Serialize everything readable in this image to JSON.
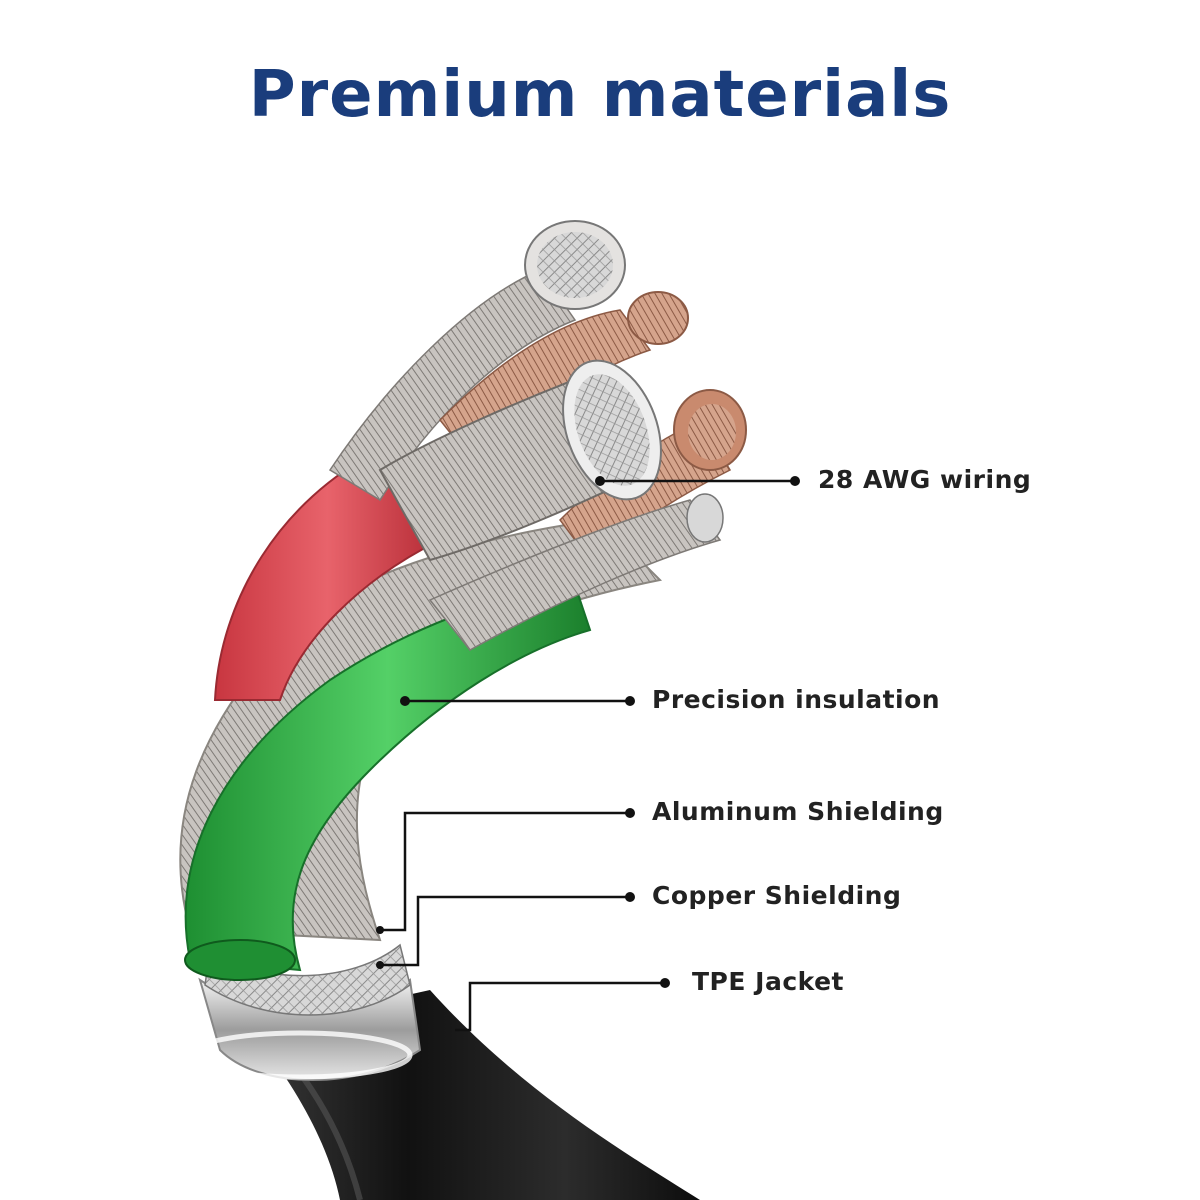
{
  "title": "Premium materials",
  "colors": {
    "title": "#1a3d7c",
    "red_insulation": "#d9414c",
    "green_insulation": "#27a83e",
    "copper": "#b7806a",
    "silver": "#a9a9a9",
    "jacket": "#1c1c1c",
    "leader_line": "#111111"
  },
  "callouts": [
    {
      "id": "awg",
      "label": "28 AWG wiring"
    },
    {
      "id": "insulation",
      "label": "Precision insulation"
    },
    {
      "id": "aluminum",
      "label": "Aluminum Shielding"
    },
    {
      "id": "copper",
      "label": "Copper Shielding"
    },
    {
      "id": "jacket",
      "label": "TPE Jacket"
    }
  ]
}
